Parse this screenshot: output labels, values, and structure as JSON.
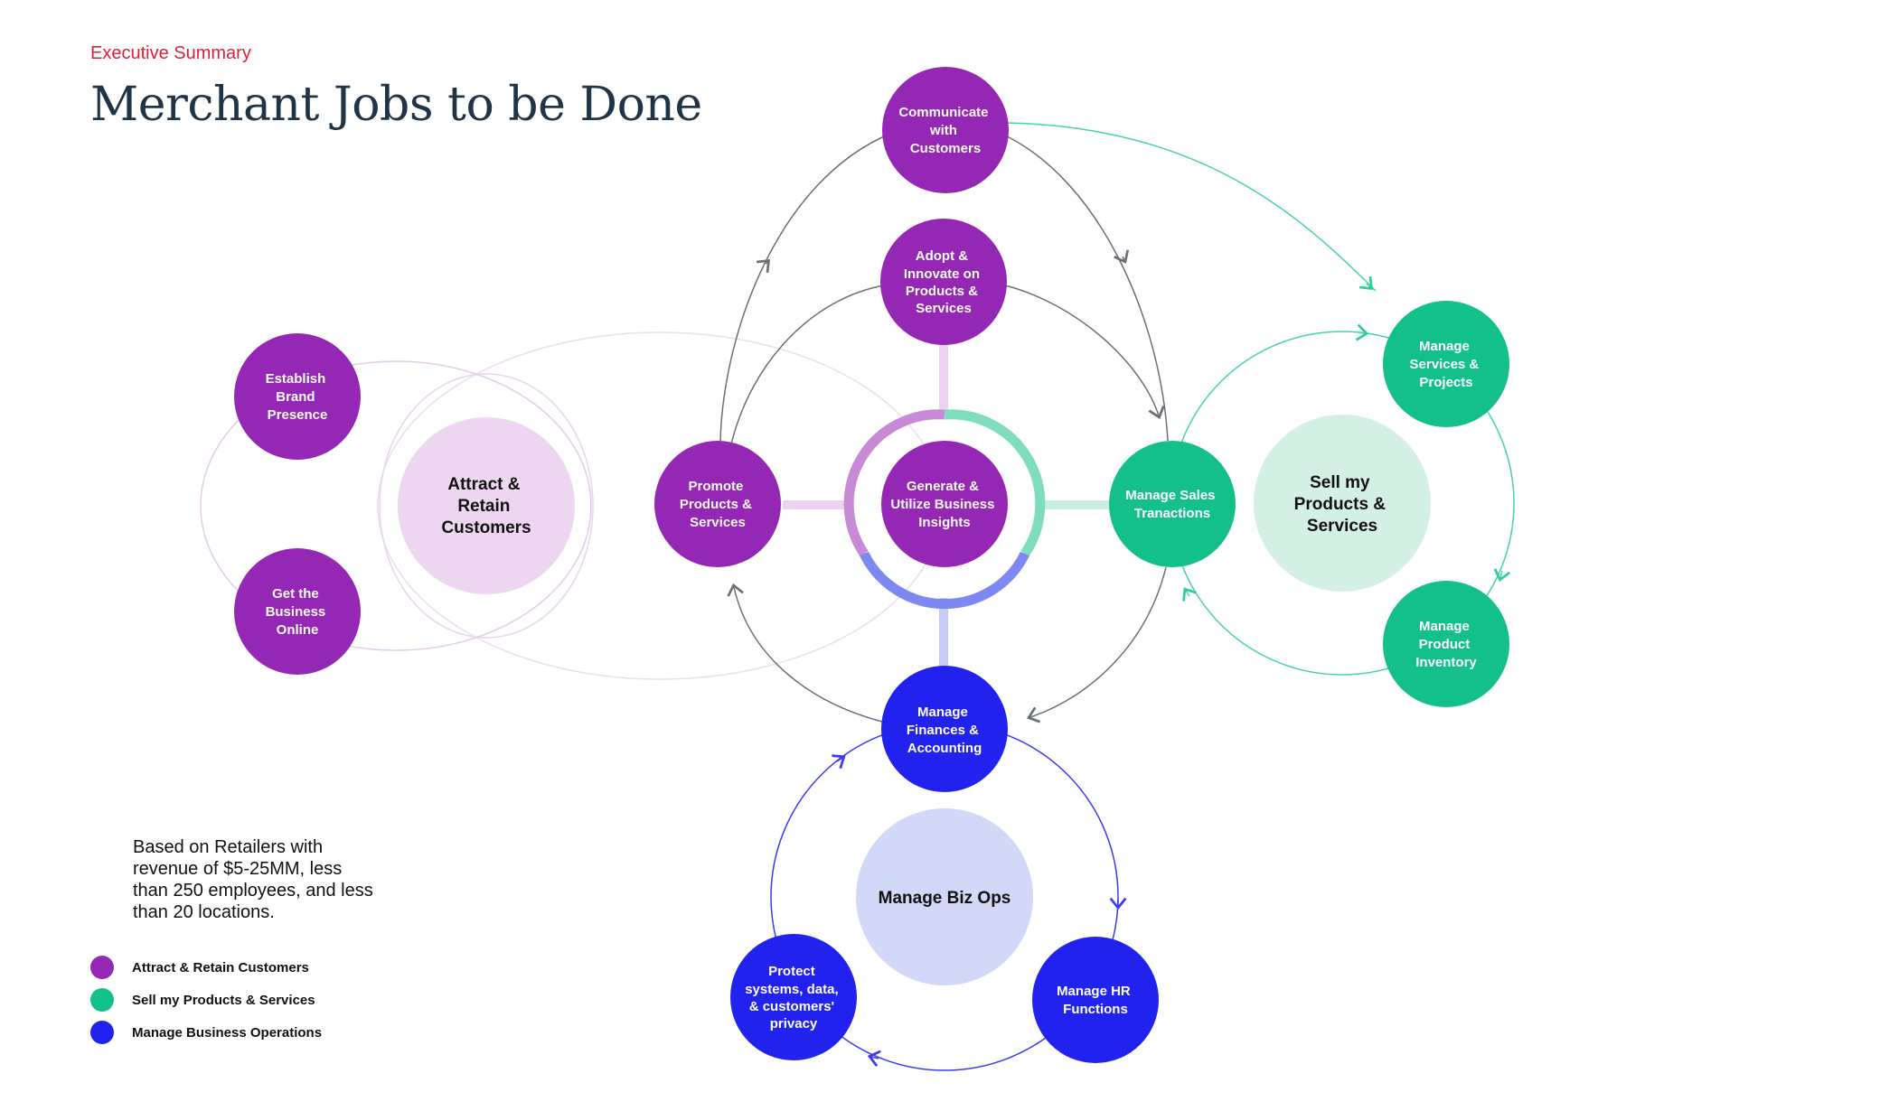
{
  "header": {
    "eyebrow": "Executive Summary",
    "title": "Merchant Jobs to be Done"
  },
  "note": "Based on Retailers with revenue of $5-25MM, less than 250 employees, and less than 20 locations.",
  "colors": {
    "attract": "#9527b5",
    "sell": "#13c08a",
    "operations": "#2222ee",
    "attract_light": "#ecd6f0",
    "sell_light": "#d4f0e4",
    "operations_light": "#d2d8f8",
    "connector": "#6b7076"
  },
  "legend": [
    {
      "label": "Attract & Retain Customers",
      "color": "#9527b5"
    },
    {
      "label": "Sell my Products & Services",
      "color": "#13c08a"
    },
    {
      "label": "Manage Business Operations",
      "color": "#2222ee"
    }
  ],
  "hubs": {
    "attract": {
      "lines": [
        "Attract &",
        "Retain",
        "Customers"
      ]
    },
    "sell": {
      "lines": [
        "Sell my",
        "Products &",
        "Services"
      ]
    },
    "operations": {
      "lines": [
        "Manage Biz Ops"
      ]
    }
  },
  "nodes": {
    "communicate": {
      "lines": [
        "Communicate",
        "with",
        "Customers"
      ]
    },
    "adopt": {
      "lines": [
        "Adopt &",
        "Innovate on",
        "Products &",
        "Services"
      ]
    },
    "promote": {
      "lines": [
        "Promote",
        "Products &",
        "Services"
      ]
    },
    "insights": {
      "lines": [
        "Generate &",
        "Utilize Business",
        "Insights"
      ]
    },
    "sales": {
      "lines": [
        "Manage Sales",
        "Tranactions"
      ]
    },
    "finances": {
      "lines": [
        "Manage",
        "Finances &",
        "Accounting"
      ]
    },
    "brand": {
      "lines": [
        "Establish",
        "Brand",
        "Presence"
      ]
    },
    "online": {
      "lines": [
        "Get the",
        "Business",
        "Online"
      ]
    },
    "services_projects": {
      "lines": [
        "Manage",
        "Services &",
        "Projects"
      ]
    },
    "inventory": {
      "lines": [
        "Manage",
        "Product",
        "Inventory"
      ]
    },
    "protect": {
      "lines": [
        "Protect",
        "systems, data,",
        "& customers'",
        "privacy"
      ]
    },
    "hr": {
      "lines": [
        "Manage HR",
        "Functions"
      ]
    }
  }
}
